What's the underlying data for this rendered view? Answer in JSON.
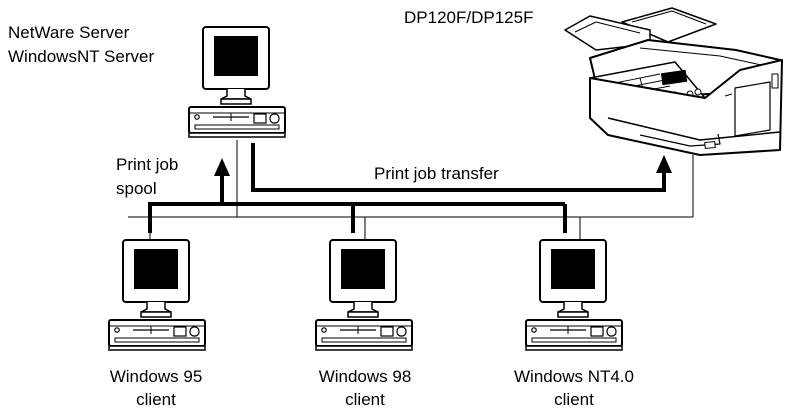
{
  "server": {
    "line1": "NetWare Server",
    "line2": "WindowsNT Server"
  },
  "printer": {
    "model": "DP120F/DP125F"
  },
  "arrows": {
    "spool_line1": "Print job",
    "spool_line2": "spool",
    "transfer": "Print job transfer"
  },
  "clients": [
    {
      "line1": "Windows 95",
      "line2": "client"
    },
    {
      "line1": "Windows 98",
      "line2": "client"
    },
    {
      "line1": "Windows NT4.0",
      "line2": "client"
    }
  ]
}
